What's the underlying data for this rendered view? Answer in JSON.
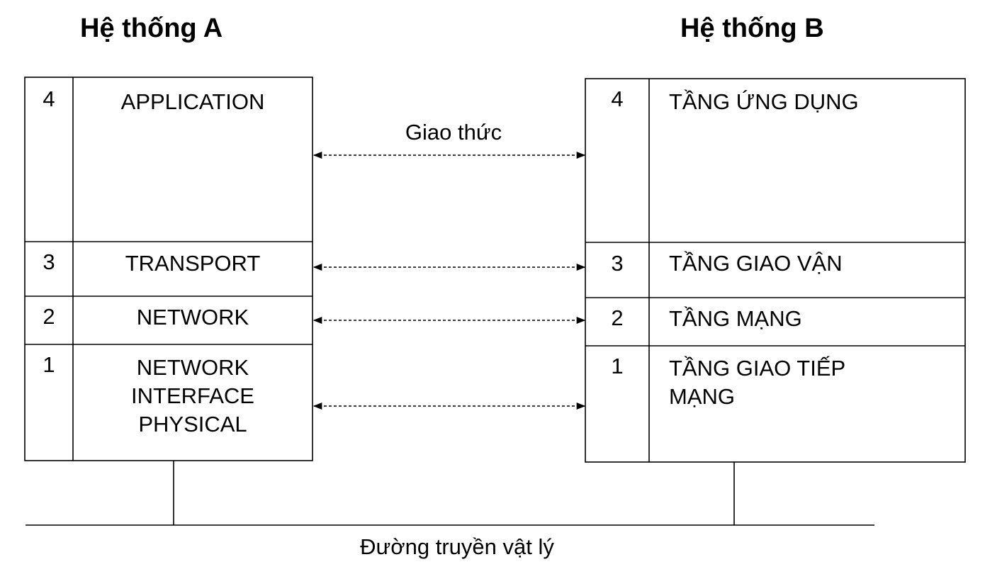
{
  "system_a": {
    "title": "Hệ thống A",
    "layers": [
      {
        "num": "4",
        "label": "APPLICATION"
      },
      {
        "num": "3",
        "label": "TRANSPORT"
      },
      {
        "num": "2",
        "label": "NETWORK"
      },
      {
        "num": "1",
        "label": "NETWORK\nINTERFACE\nPHYSICAL"
      }
    ]
  },
  "system_b": {
    "title": "Hệ thống B",
    "layers": [
      {
        "num": "4",
        "label": "TẦNG ỨNG DỤNG"
      },
      {
        "num": "3",
        "label": "TẦNG GIAO VẬN"
      },
      {
        "num": "2",
        "label": "TẦNG MẠNG"
      },
      {
        "num": "1",
        "label": "TẦNG GIAO TIẾP\nMẠNG"
      }
    ]
  },
  "protocol_label": "Giao thức",
  "physical_medium_label": "Đường truyền vật lý"
}
